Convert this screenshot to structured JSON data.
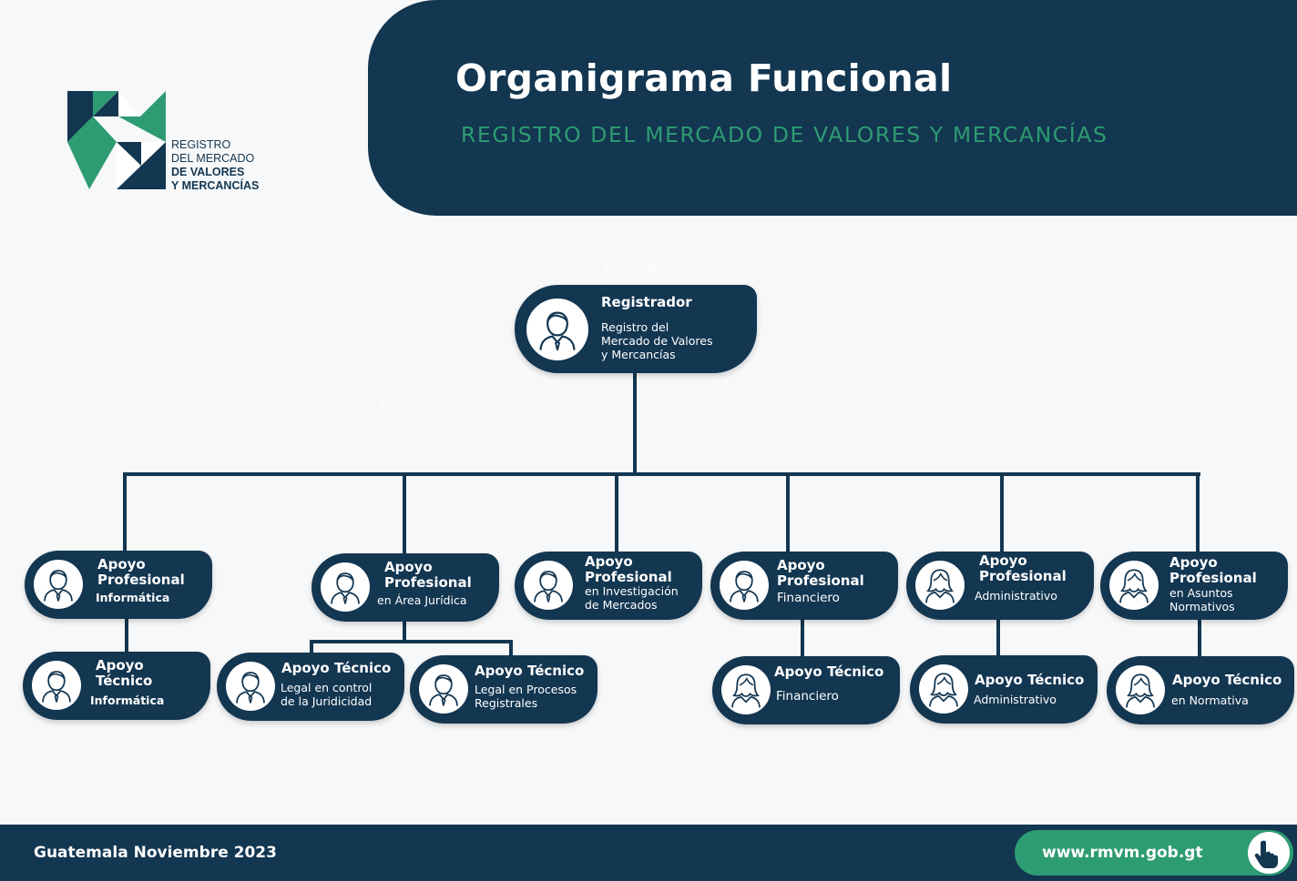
{
  "header": {
    "title": "Organigrama Funcional",
    "subtitle": "REGISTRO DEL MERCADO DE VALORES Y MERCANCÍAS"
  },
  "logo": {
    "line1": "REGISTRO",
    "line2": "DEL MERCADO",
    "line3": "DE VALORES",
    "line4": "Y MERCANCÍAS"
  },
  "ghost": {
    "g1": "Registrador",
    "g2": "Apoyo Técnico",
    "g3": "Ejecutivo"
  },
  "nodes": {
    "registrador": {
      "title": "Registrador",
      "sub1": "Registro del",
      "sub2": "Mercado de Valores",
      "sub3": "y Mercancías"
    },
    "ap_informatica": {
      "t1": "Apoyo",
      "t2": "Profesional",
      "sub": "Informática"
    },
    "at_informatica": {
      "t1": "Apoyo",
      "t2": "Técnico",
      "sub": "Informática"
    },
    "ap_juridica": {
      "t1": "Apoyo",
      "t2": "Profesional",
      "sub": "en Área Jurídica"
    },
    "at_juridicidad": {
      "title": "Apoyo Técnico",
      "sub1": "Legal en control",
      "sub2": "de la Juridicidad"
    },
    "at_procesos": {
      "title": "Apoyo Técnico",
      "sub1": "Legal en Procesos",
      "sub2": "Registrales"
    },
    "ap_investigacion": {
      "t1": "Apoyo",
      "t2": "Profesional",
      "sub1": "en Investigación",
      "sub2": "de Mercados"
    },
    "ap_financiero": {
      "t1": "Apoyo",
      "t2": "Profesional",
      "sub": "Financiero"
    },
    "at_financiero": {
      "title": "Apoyo Técnico",
      "sub": "Financiero"
    },
    "ap_administrativo": {
      "t1": "Apoyo",
      "t2": "Profesional",
      "sub": "Administrativo"
    },
    "at_administrativo": {
      "title": "Apoyo Técnico",
      "sub": "Administrativo"
    },
    "ap_normativos": {
      "t1": "Apoyo",
      "t2": "Profesional",
      "sub1": "en Asuntos",
      "sub2": "Normativos"
    },
    "at_normativa": {
      "title": "Apoyo Técnico",
      "sub": "en Normativa"
    }
  },
  "footer": {
    "date": "Guatemala Noviembre 2023",
    "url": "www.rmvm.gob.gt"
  },
  "colors": {
    "navy": "#133651",
    "green": "#2e9c72",
    "background": "#f7f8f9"
  },
  "icons": [
    "male-person-icon",
    "female-person-icon",
    "pointing-hand-icon"
  ]
}
